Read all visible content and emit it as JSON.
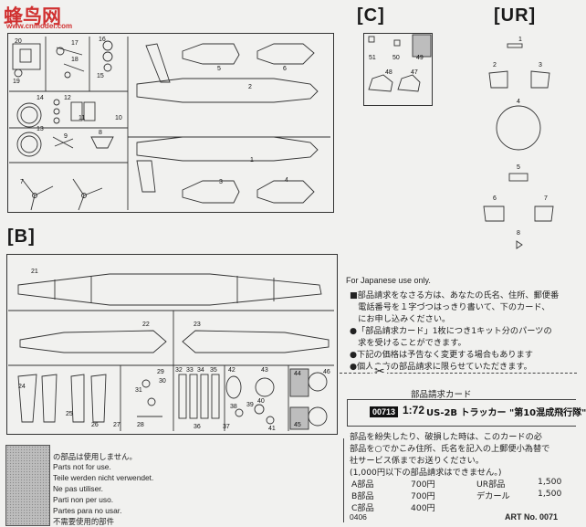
{
  "watermark": {
    "brand": "蜂鸟网",
    "url": "www.cnmodel.com"
  },
  "sprues": {
    "A": {
      "parts": [
        "20",
        "17",
        "16",
        "18",
        "19",
        "15",
        "14",
        "12",
        "11",
        "10",
        "13",
        "9",
        "8",
        "5",
        "6",
        "2",
        "1",
        "3",
        "4",
        "7"
      ]
    },
    "C": {
      "header": "[C]",
      "parts": [
        "51",
        "50",
        "49",
        "48",
        "47"
      ]
    },
    "UR": {
      "header": "[UR]",
      "parts": [
        "1",
        "2",
        "3",
        "4",
        "5",
        "6",
        "7",
        "8"
      ]
    },
    "B": {
      "header": "[B]",
      "parts": [
        "21",
        "22",
        "23",
        "24",
        "25",
        "26",
        "27",
        "28",
        "29",
        "30",
        "31",
        "32",
        "33",
        "34",
        "35",
        "36",
        "37",
        "38",
        "39",
        "40",
        "41",
        "42",
        "43",
        "44",
        "45",
        "46"
      ]
    }
  },
  "legend": {
    "lines": [
      "の部品は使用しません。",
      "Parts not for use.",
      "Teile werden nicht verwendet.",
      "Ne pas utiliser.",
      "Parti non per uso.",
      "Partes para no usar.",
      "不需要使用的部件"
    ]
  },
  "japanese_notice": {
    "title": "For Japanese use only.",
    "lines": [
      "■部品請求をなさる方は、あなたの氏名、住所、郵便番",
      "　電話番号を１字づつはっきり書いて、下のカード、",
      "　にお申し込みください。",
      "●「部品請求カード」1枚につき1キット分のパーツの",
      "　求を受けることができます。",
      "●下記の価格は予告なく変更する場合もあります",
      "●個人の方の部品請求に限らせていただきます。"
    ]
  },
  "order_card": {
    "title": "部品請求カード",
    "code": "00713",
    "scale": "1:72",
    "kit": "US-2B トラッカー \"第10混成飛行隊\"",
    "text_lines": [
      "部品を紛失したり、破損した時は、このカードの必",
      "部品を○でかこみ住所、氏名を記入の上郵便小為替で",
      "社サービス係までお送りください。",
      "(1,000円以下の部品請求はできません。)"
    ],
    "prices": [
      {
        "label": "A部品",
        "price": "700円"
      },
      {
        "label": "B部品",
        "price": "700円"
      },
      {
        "label": "C部品",
        "price": "400円"
      }
    ],
    "prices_right": [
      {
        "label": "UR部品",
        "price": "1,500"
      },
      {
        "label": "デカール",
        "price": "1,500"
      }
    ],
    "footer_left": "0406",
    "footer_right": "ART No. 0071"
  }
}
